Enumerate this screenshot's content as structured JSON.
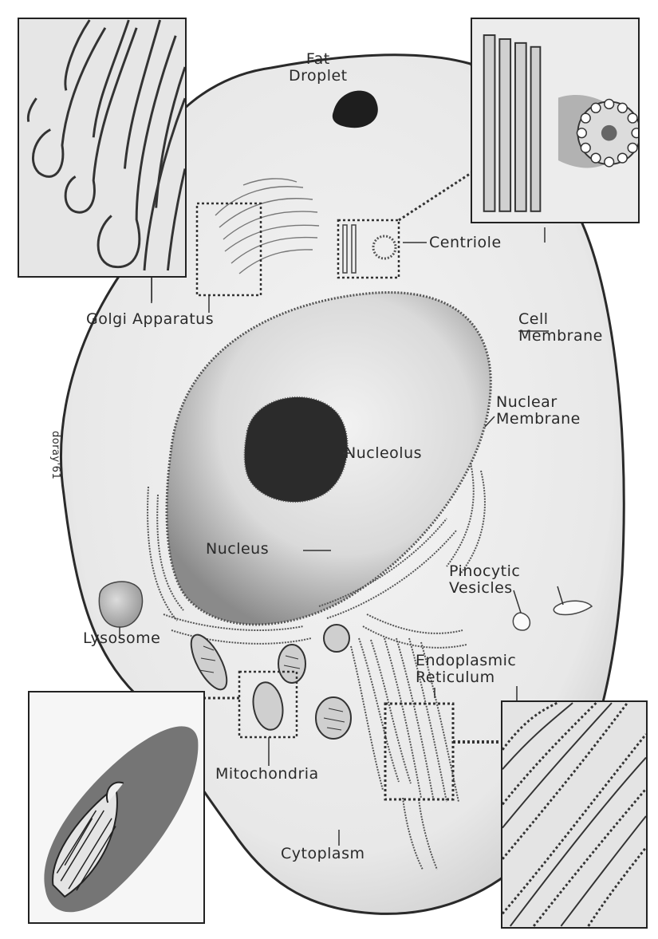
{
  "labels": {
    "fat_droplet": "Fat\nDroplet",
    "centriole": "Centriole",
    "golgi": "Golgi Apparatus",
    "cell_membrane": "Cell\nMembrane",
    "nuclear_membrane": "Nuclear\nMembrane",
    "nucleolus": "Nucleolus",
    "nucleus": "Nucleus",
    "pinocytic": "Pinocytic\nVesicles",
    "lysosome": "Lysosome",
    "er": "Endoplasmic\nReticulum",
    "mitochondria": "Mitochondria",
    "cytoplasm": "Cytoplasm",
    "signature": "doray'61"
  },
  "colors": {
    "ink": "#222222",
    "cell_fill": "#ececec",
    "nucleus_fill": "#d8d8d8",
    "nucleolus_fill": "#2e2e2e"
  }
}
